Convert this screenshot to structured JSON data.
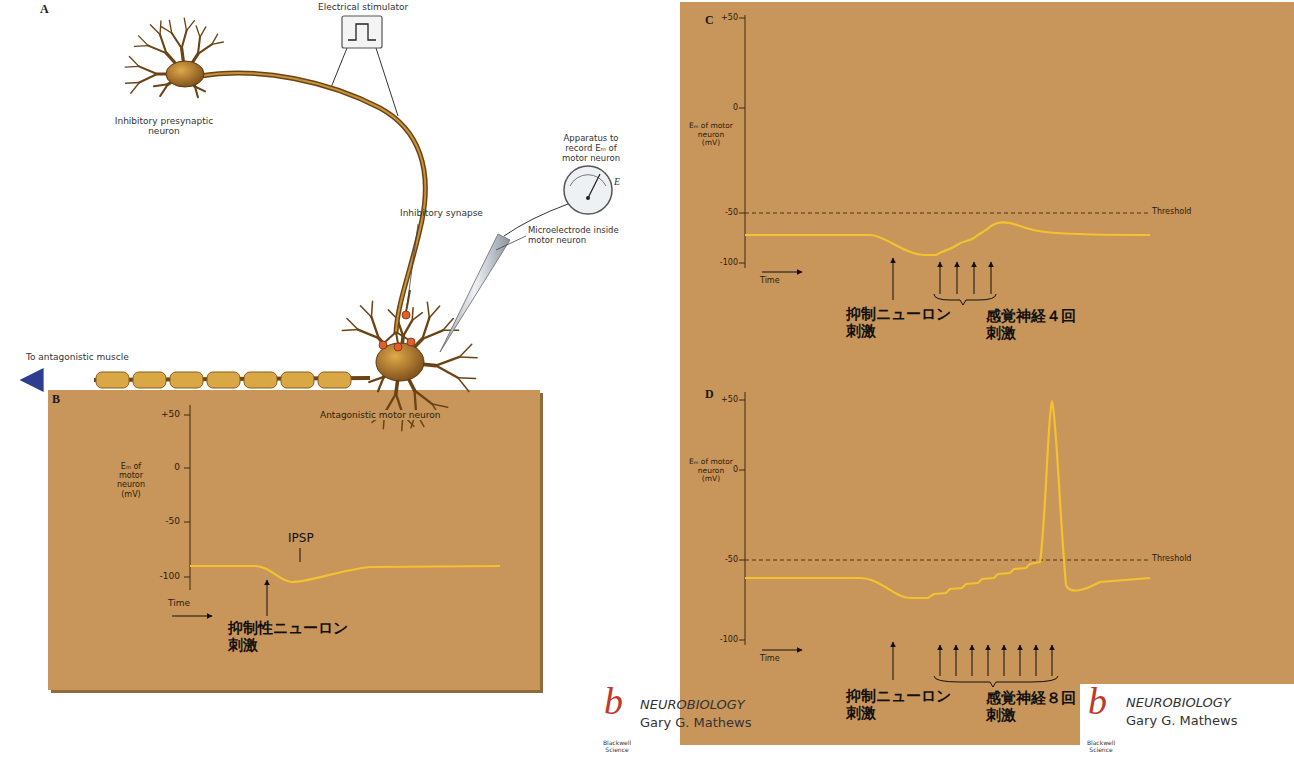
{
  "diagram": {
    "nodes": [
      {
        "text": [
          "B"
        ]
      },
      {
        "text": [
          "C",
          "D"
        ]
      },
      {
        "text": [
          "b",
          "NEUROBIOLOGY",
          "Gary G. Mathews",
          "Blackwell Science"
        ]
      }
    ],
    "labels": [
      "A",
      "Electrical stimulator",
      "Inhibitory presynaptic neuron",
      "Inhibitory synapse",
      "Apparatus to record Eₘ of motor neuron",
      "E",
      "Microelectrode inside motor neuron",
      "To antagonistic muscle",
      "Antagonistic motor neuron",
      "+50",
      "0",
      "-50",
      "-100",
      "Eₘ of motor neuron (mV)",
      "IPSP",
      "Time",
      "抑制性ニューロン 刺激",
      "b",
      "NEUROBIOLOGY",
      "Gary G. Mathews",
      "Blackwell Science",
      "+50",
      "0",
      "-50",
      "-100",
      "Eₘ of motor neuron (mV)",
      "Threshold",
      "Time",
      "抑制ニューロン 刺激",
      "感覚神経４回 刺激",
      "+50",
      "0",
      "-50",
      "-100",
      "Eₘ of motor neuron (mV)",
      "Threshold",
      "Time",
      "抑制ニューロン 刺激",
      "感覚神経８回 刺激"
    ]
  }
}
